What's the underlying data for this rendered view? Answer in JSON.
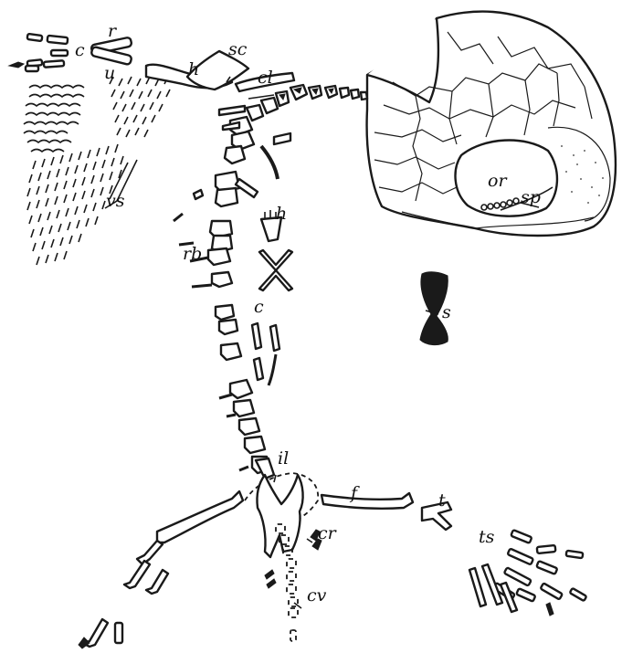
{
  "labels": {
    "c_hand": "c",
    "r": "r",
    "u": "u",
    "h_humerus": "h",
    "sc": "sc",
    "cl": "cl",
    "vs": "vs",
    "h_hyoid": "h",
    "rb": "rb",
    "c_trunk": "c",
    "or": "or",
    "sp": "sp",
    "s": "s",
    "il": "il",
    "f": "f",
    "t": "t",
    "ts": "ts",
    "cr": "cr",
    "cv": "cv"
  }
}
